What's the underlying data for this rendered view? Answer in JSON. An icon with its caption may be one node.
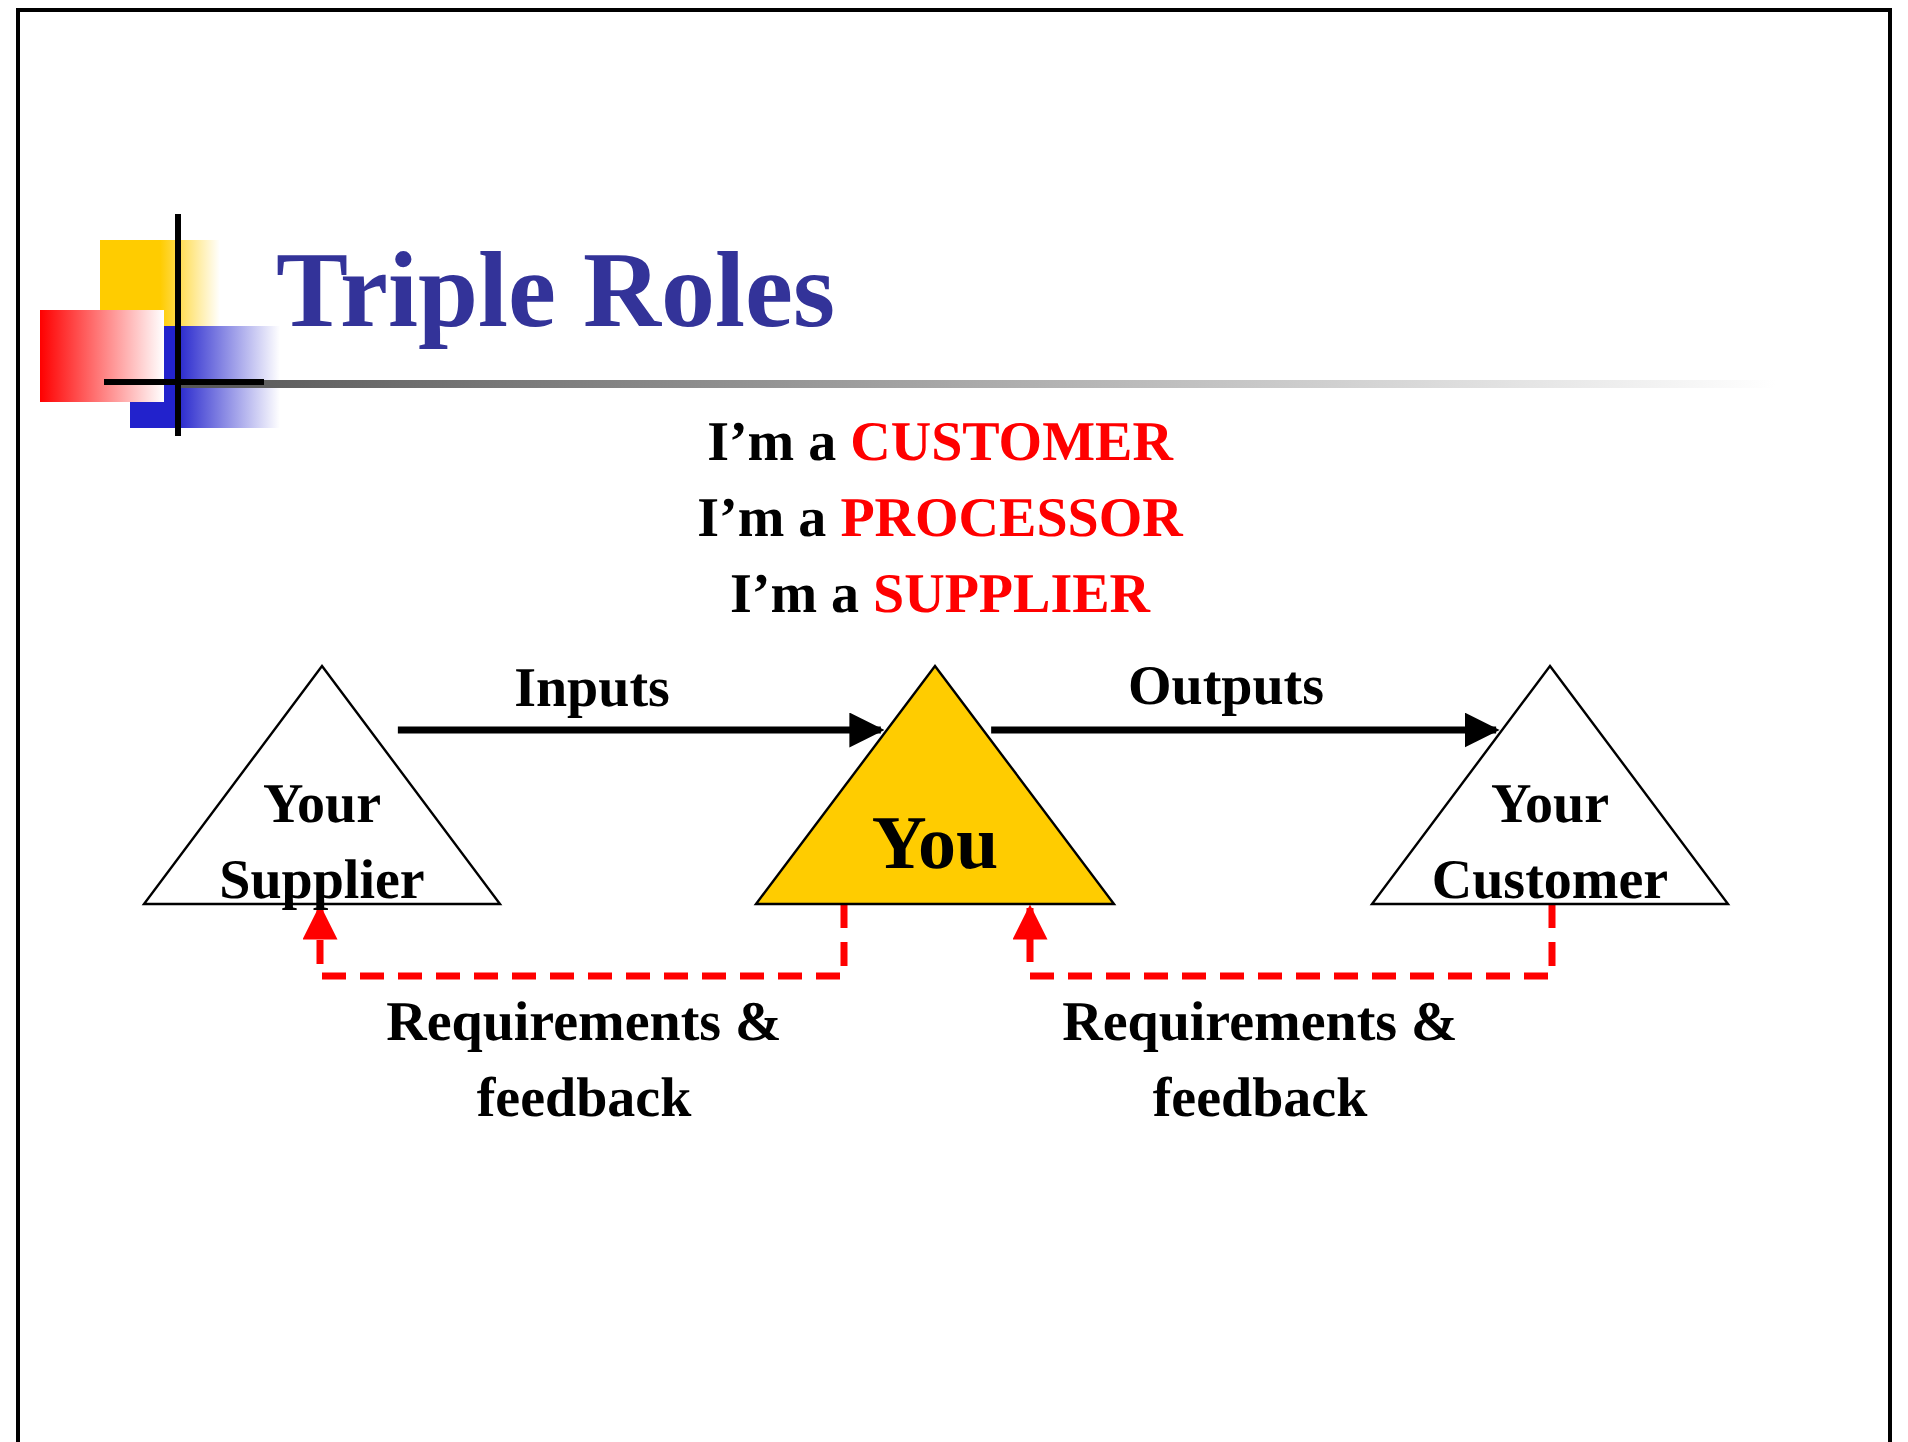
{
  "diagram": {
    "title": "Triple Roles",
    "nodes": [
      {
        "text": [
          "Your Supplier"
        ]
      },
      {
        "text": [
          "You"
        ]
      },
      {
        "text": [
          "Your Customer"
        ]
      }
    ],
    "edges": [
      {
        "from": 0,
        "to": 1,
        "arrow": "to",
        "label": "Inputs"
      },
      {
        "from": 1,
        "to": 2,
        "arrow": "to",
        "label": "Outputs"
      },
      {
        "from": 1,
        "to": 0,
        "arrow": "to",
        "label": "Requirements & feedback",
        "style": "dashed",
        "color": "#ff0000"
      },
      {
        "from": 2,
        "to": 1,
        "arrow": "to",
        "label": "Requirements & feedback",
        "style": "dashed",
        "color": "#ff0000"
      }
    ],
    "labels": [
      "I’m a",
      "CUSTOMER",
      "I’m a",
      "PROCESSOR",
      "I’m a",
      "SUPPLIER"
    ]
  }
}
